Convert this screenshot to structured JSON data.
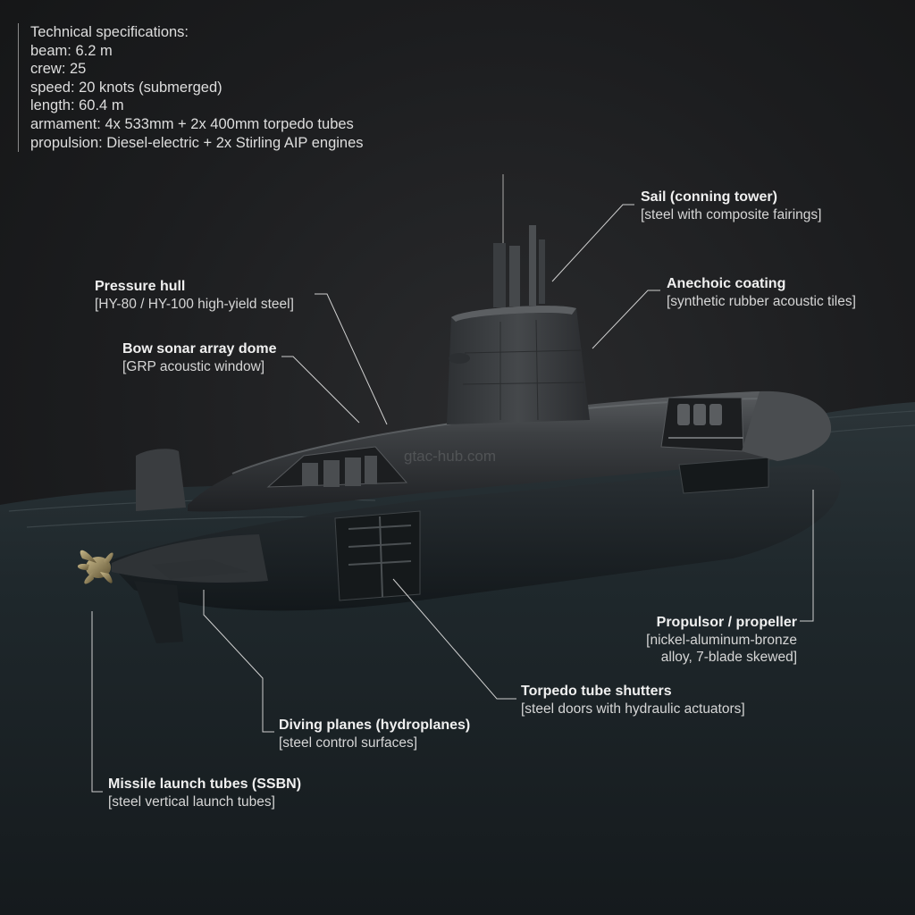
{
  "specs": {
    "heading": "Technical specifications:",
    "lines": [
      "beam: 6.2 m",
      "crew: 25",
      "speed: 20 knots (submerged)",
      "length: 60.4 m",
      "armament: 4x 533mm + 2x 400mm torpedo tubes",
      "propulsion: Diesel-electric + 2x Stirling AIP engines"
    ]
  },
  "callouts": {
    "sail": {
      "title": "Sail (conning tower)",
      "sub": "[steel with composite fairings]"
    },
    "anechoic": {
      "title": "Anechoic coating",
      "sub": "[synthetic rubber acoustic tiles]"
    },
    "pressure_hull": {
      "title": "Pressure hull",
      "sub": "[HY-80 / HY-100 high-yield steel]"
    },
    "bow_sonar": {
      "title": "Bow sonar array dome",
      "sub": "[GRP acoustic window]"
    },
    "propulsor": {
      "title": "Propulsor / propeller",
      "sub1": "[nickel-aluminum-bronze",
      "sub2": "alloy, 7-blade skewed]"
    },
    "torpedo": {
      "title": "Torpedo tube shutters",
      "sub": "[steel doors with hydraulic actuators]"
    },
    "diving": {
      "title": "Diving planes (hydroplanes)",
      "sub": "[steel control surfaces]"
    },
    "missile": {
      "title": "Missile launch tubes (SSBN)",
      "sub": "[steel vertical launch tubes]"
    }
  },
  "watermark": "gtac-hub.com"
}
